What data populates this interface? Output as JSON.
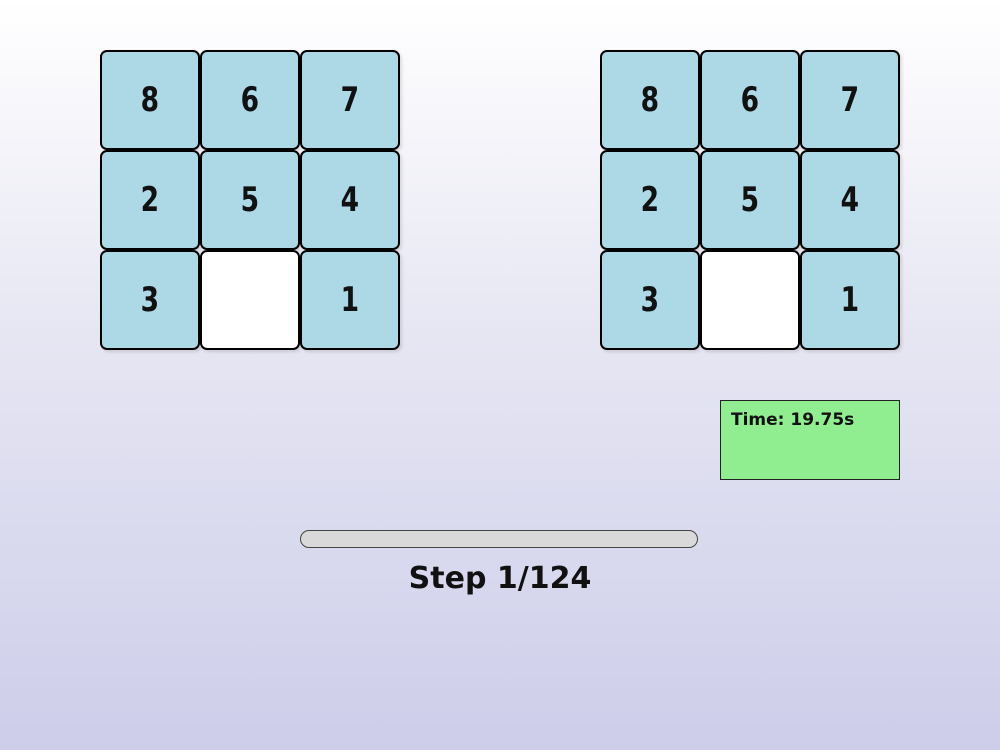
{
  "boards": {
    "left": {
      "tiles": [
        "8",
        "6",
        "7",
        "2",
        "5",
        "4",
        "3",
        "",
        "1"
      ]
    },
    "right": {
      "tiles": [
        "8",
        "6",
        "7",
        "2",
        "5",
        "4",
        "3",
        "",
        "1"
      ]
    }
  },
  "timer": {
    "text": "Time: 19.75s"
  },
  "progress": {
    "step_text": "Step 1/124",
    "current_step": 1,
    "total_steps": 124
  },
  "colors": {
    "tile": "#add8e6",
    "empty_tile": "#ffffff",
    "timer_background": "#90ee90",
    "progress_track": "#d9d9d9"
  }
}
